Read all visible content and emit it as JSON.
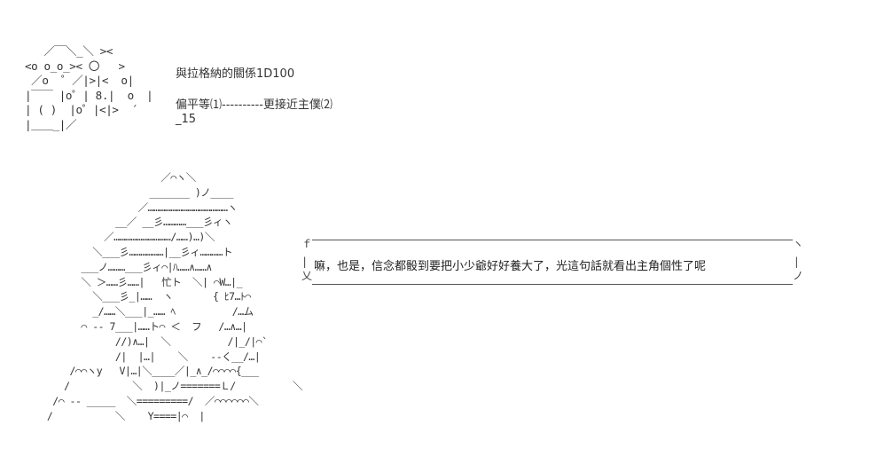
{
  "dice": {
    "ascii_art": "   ／￣＼_＼ ><\n<o o_o_>< 〇   >\n ／o  ゜／|>|<  o|\n|￣￣ |o゜| 8.|  o  |\n| ( )  |o゜|<|>  ´\n|＿＿_|／",
    "title": "與拉格納的關係1D100",
    "result_scale": "偏平等⑴----------更接近主僕⑵",
    "value": "_15"
  },
  "character": {
    "ascii_art": "                      ／⌒ヽ＼\n                    _______ )ノ____\n                  ／……………………………………ヽ\n              __／ __彡…………___彡ィヽ\n            ／…………………………/……)…)＼\n          ＼___彡………………|__彡ィ…………ト\n        ___ノ………___彡ィ⌒|ﾊ……∧……∧\n        ＼ ＞……彡……|   忙ト  ＼| ⌒W…|_\n          ＼___彡_|……  ヽ       { ﾋ7…ﾄ⌒\n          _/……＼___|_…… ﾍ          /…ム\n        ⌒ ‐‐ 7___|……ト⌒ ＜  フ   /…∧…|\n              //)∧…|  ＼          /|_/|⌒`\n              /|  |…|    ＼    ‐‐く__/…|\n      /⌒⌒ヽy   V|…|＼____／|_∧_/⌒⌒⌒⌒{___\n     /           ＼  )|_ノ=======Ｌ/          ＼\n   /⌒ ‐‐ _____  ＼=========/  ／⌒⌒⌒⌒⌒⌒＼\n  /           ＼    Y====|⌒  |"
  },
  "speech": {
    "text": "嘛，也是，信念都骰到要把小少爺好好養大了，光這句話就看出主角個性了呢"
  }
}
